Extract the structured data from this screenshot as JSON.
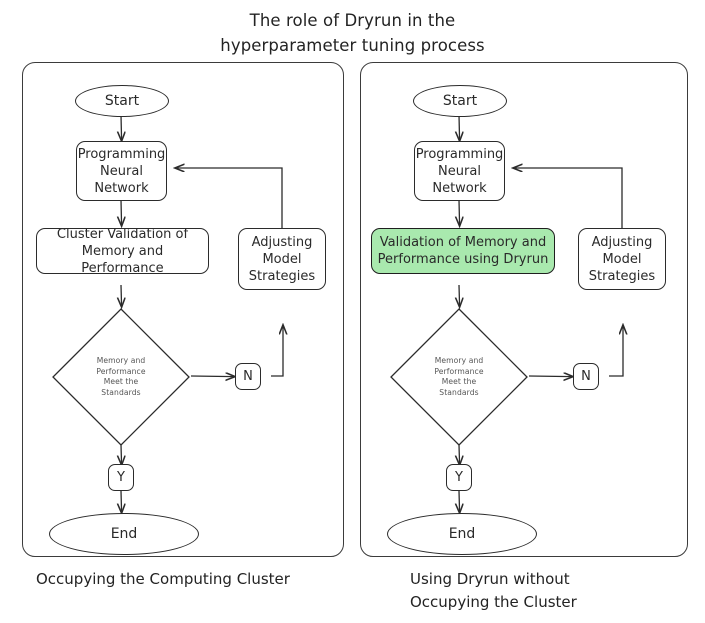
{
  "title": {
    "line1": "The role of Dryrun in the",
    "line2": "hyperparameter tuning process"
  },
  "colors": {
    "highlight_green": "#a9e9ae",
    "stroke": "#2b2b2b",
    "text": "#2a2a2a",
    "decision_text": "#555555",
    "panel_border": "#3b3b3b",
    "background": "#ffffff"
  },
  "panels": [
    {
      "id": "left",
      "caption": {
        "line1": "Occupying the Computing Cluster",
        "line2": ""
      },
      "nodes": {
        "start": {
          "label": "Start",
          "shape": "ellipse"
        },
        "programming": {
          "line1": "Programming",
          "line2": "Neural",
          "line3": "Network",
          "shape": "rounded-rect"
        },
        "validation": {
          "line1": "Cluster Validation of",
          "line2": "Memory and Performance",
          "shape": "rounded-rect",
          "highlighted": false
        },
        "adjusting": {
          "line1": "Adjusting",
          "line2": "Model",
          "line3": "Strategies",
          "shape": "rounded-rect"
        },
        "decision": {
          "line1": "Memory and",
          "line2": "Performance",
          "line3": "Meet the",
          "line4": "Standards",
          "shape": "diamond"
        },
        "branch_no": {
          "label": "N",
          "shape": "rounded-rect"
        },
        "branch_yes": {
          "label": "Y",
          "shape": "rounded-rect"
        },
        "end": {
          "label": "End",
          "shape": "ellipse"
        }
      }
    },
    {
      "id": "right",
      "caption": {
        "line1": "Using Dryrun without",
        "line2": "Occupying the Cluster"
      },
      "nodes": {
        "start": {
          "label": "Start",
          "shape": "ellipse"
        },
        "programming": {
          "line1": "Programming",
          "line2": "Neural",
          "line3": "Network",
          "shape": "rounded-rect"
        },
        "validation": {
          "line1": "Validation of Memory and",
          "line2": "Performance using Dryrun",
          "shape": "rounded-rect",
          "highlighted": true
        },
        "adjusting": {
          "line1": "Adjusting",
          "line2": "Model",
          "line3": "Strategies",
          "shape": "rounded-rect"
        },
        "decision": {
          "line1": "Memory and",
          "line2": "Performance",
          "line3": "Meet the",
          "line4": "Standards",
          "shape": "diamond"
        },
        "branch_no": {
          "label": "N",
          "shape": "rounded-rect"
        },
        "branch_yes": {
          "label": "Y",
          "shape": "rounded-rect"
        },
        "end": {
          "label": "End",
          "shape": "ellipse"
        }
      }
    }
  ]
}
